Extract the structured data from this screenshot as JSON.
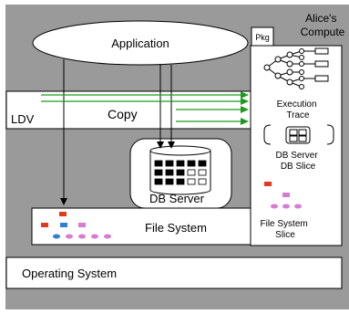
{
  "computer_label": "Alice's\nCompute",
  "pkg_label": "Pkg",
  "application_label": "Application",
  "ldv_label": "LDV",
  "copy_label": "Copy",
  "execution_trace_label": "Execution\nTrace",
  "db_server_db_slice_label": "DB Server\nDB Slice",
  "file_system_slice_label": "File System\nSlice",
  "db_server_label": "DB Server",
  "file_system_label": "File System",
  "operating_system_label": "Operating System",
  "colors": {
    "background": "#9a9a9a",
    "arrow_green": "#1e9b1e",
    "red_block": "#e23a1c",
    "blue_block": "#2e7fd6",
    "pink_block": "#d77ad3"
  }
}
